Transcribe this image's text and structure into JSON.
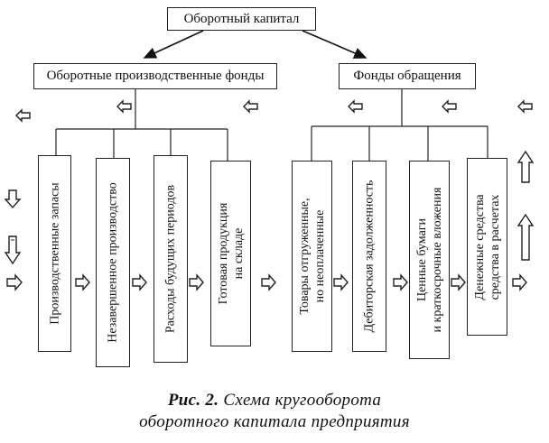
{
  "root": {
    "label": "Оборотный капитал"
  },
  "groups": {
    "production": {
      "label": "Оборотные производственные фонды"
    },
    "circulation": {
      "label": "Фонды обращения"
    }
  },
  "items": [
    {
      "label": "Производственные запасы"
    },
    {
      "label": "Незавершенное производство"
    },
    {
      "label": "Расходы будущих периодов"
    },
    {
      "label": "Готовая продукция\nна складе"
    },
    {
      "label": "Товары отгруженные,\nно неоплаченные"
    },
    {
      "label": "Дебиторская задолженность"
    },
    {
      "label": "Ценные бумаги\nи краткосрочные вложения"
    },
    {
      "label": "Денежные средства\nсредства в расчетах"
    }
  ],
  "caption": {
    "fig": "Рис. 2.",
    "line1_rest": "Схема кругооборота",
    "line2": "оборотного капитала предприятия"
  },
  "icons": {
    "flow_arrow": "hollow-arrow-icon",
    "split_arrow": "double-headed-arrow-icon"
  }
}
